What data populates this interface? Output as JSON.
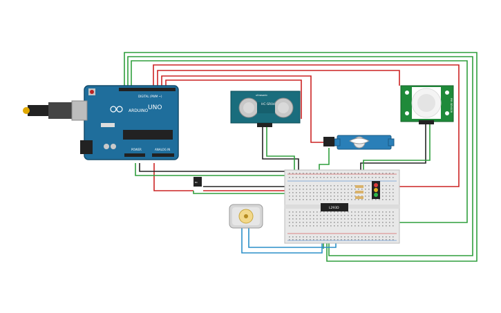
{
  "arduino": {
    "brand": "ARDUINO",
    "model": "UNO",
    "header_digital": "DIGITAL (PWM ~)",
    "header_power": "POWER",
    "header_analog": "ANALOG IN"
  },
  "ultrasonic": {
    "name": "HC-SR04",
    "model": "HC-SR04",
    "side": "ultrasonic"
  },
  "pir": {
    "side_label": "PIR SENSOR"
  },
  "driver": {
    "label": "L293D"
  },
  "colors": {
    "wire_green": "#2e9e3c",
    "wire_red": "#cc2222",
    "wire_black": "#222222",
    "wire_blue": "#2a8fc8",
    "board_blue": "#1f6e9c",
    "sensor_teal": "#1a6d7d",
    "pir_green": "#1f8a3a"
  }
}
